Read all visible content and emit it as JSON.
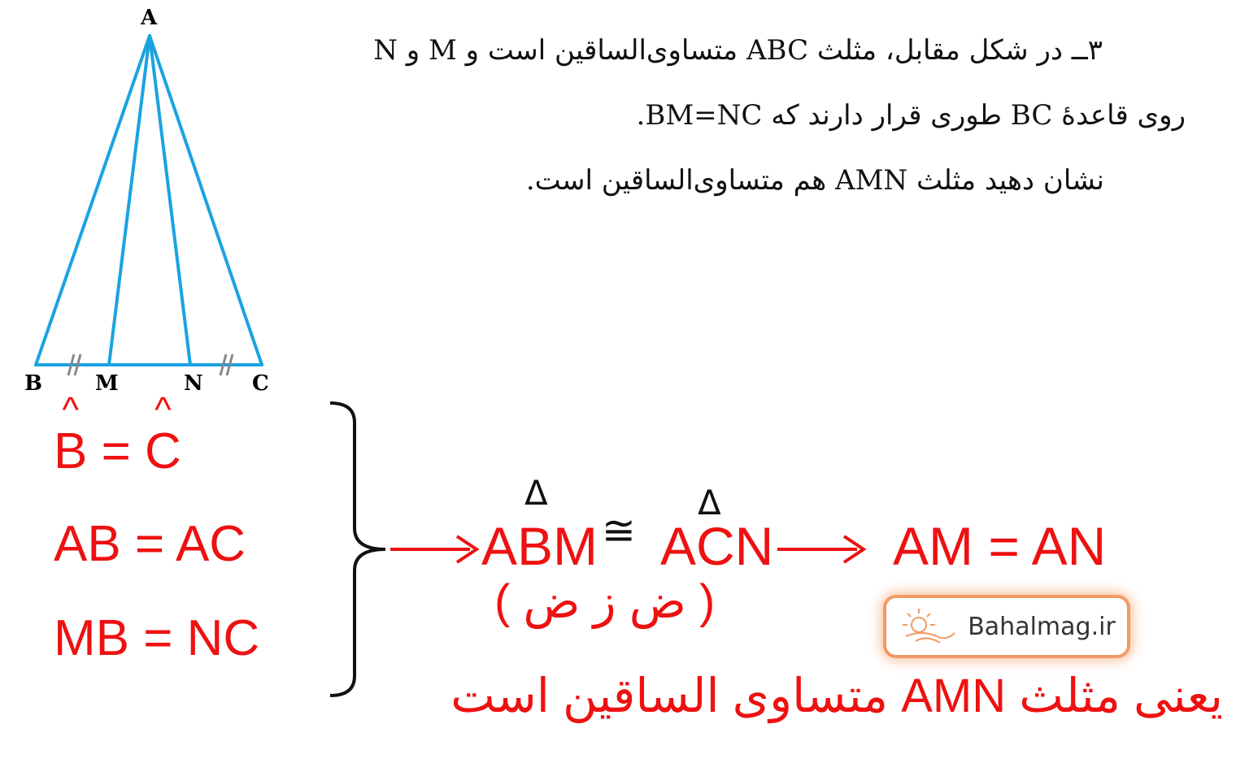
{
  "problem": {
    "line1": "۳ــ در شکل مقابل، مثلث ABC متساوی‌الساقین است و M و N",
    "line2": "روی قاعدهٔ BC طوری قرار دارند که BM=NC.",
    "line3": "نشان دهید مثلث AMN هم متساوی‌الساقین است."
  },
  "figure": {
    "labels": {
      "A": "A",
      "B": "B",
      "M": "M",
      "N": "N",
      "C": "C"
    },
    "line_color": "#1aa3e0"
  },
  "solution": {
    "given1_left": "B",
    "given1_eq": " = ",
    "given1_right": "C",
    "hat": "^",
    "given2": "AB = AC",
    "given3": "MB = NC",
    "triangle_symbol": "Δ",
    "tri1": "ABM",
    "congruent": "≅",
    "tri2": "ACN",
    "result": "AM = AN",
    "reason": "( ض ز ض )",
    "conclusion": "یعنی مثلث AMN متساوی الساقین است",
    "color": "#ee1111"
  },
  "watermark": {
    "text": "Bahalmag.ir",
    "accent": "#f29a63"
  }
}
